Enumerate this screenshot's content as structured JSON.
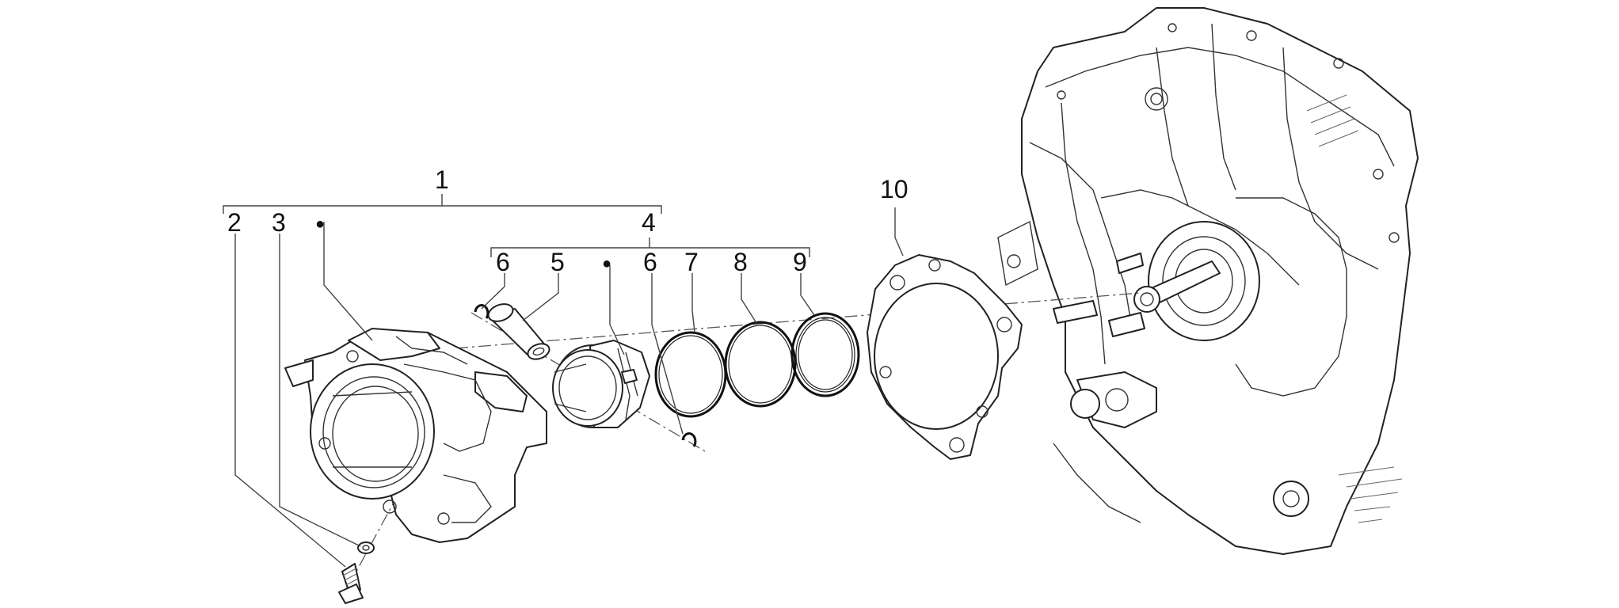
{
  "callouts": [
    {
      "id": "c1",
      "label": "1"
    },
    {
      "id": "c2",
      "label": "2"
    },
    {
      "id": "c3",
      "label": "3"
    },
    {
      "id": "c4",
      "label": "4"
    },
    {
      "id": "c5",
      "label": "5"
    },
    {
      "id": "c6a",
      "label": "6"
    },
    {
      "id": "c6b",
      "label": "6"
    },
    {
      "id": "c7",
      "label": "7"
    },
    {
      "id": "c8",
      "label": "8"
    },
    {
      "id": "c9",
      "label": "9"
    },
    {
      "id": "c10",
      "label": "10"
    }
  ],
  "parts": [
    "cylinder",
    "cylinder-screw",
    "washer",
    "piston-assembly",
    "piston-pin",
    "circlip",
    "piston",
    "piston-ring-top",
    "piston-ring-second",
    "oil-scraper-ring",
    "cylinder-base-gasket",
    "engine-crankcase"
  ],
  "markers": {
    "dot_symbol": "●"
  }
}
